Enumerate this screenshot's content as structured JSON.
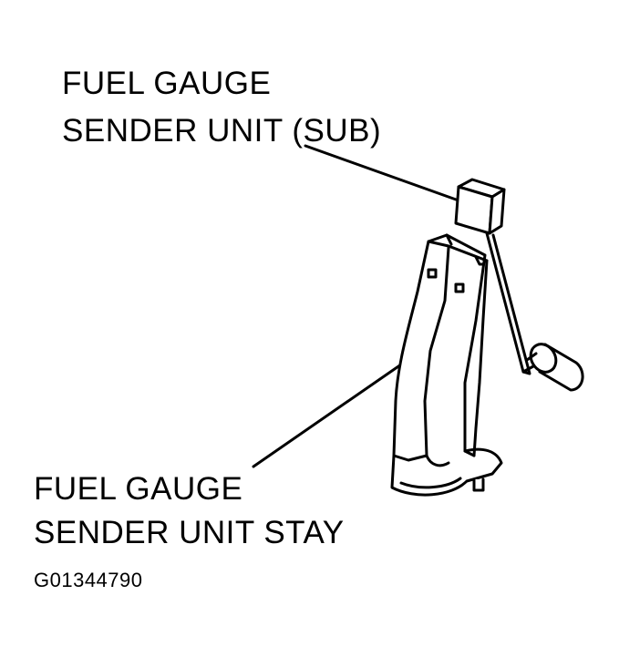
{
  "labels": {
    "sender_sub_line1": "FUEL GAUGE",
    "sender_sub_line2": "SENDER UNIT (SUB)",
    "stay_line1": "FUEL GAUGE",
    "stay_line2": "SENDER UNIT STAY"
  },
  "figure_code": "G01344790",
  "colors": {
    "ink": "#000000",
    "paper": "#ffffff"
  }
}
